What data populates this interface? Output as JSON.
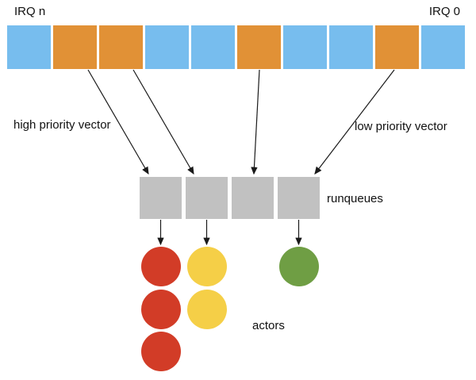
{
  "labels": {
    "irq_n": "IRQ n",
    "irq_0": "IRQ 0",
    "high_priority": "high priority vector",
    "low_priority": "low priority vector",
    "runqueues": "runqueues",
    "actors": "actors"
  },
  "colors": {
    "blue": "#77bdee",
    "orange": "#e19136",
    "gray": "#c1c1c1",
    "red": "#d23c27",
    "yellow": "#f5cf47",
    "green": "#6f9e44",
    "arrow": "#1a1a1a"
  },
  "irq_row": {
    "cells": [
      "blue",
      "orange",
      "orange",
      "blue",
      "blue",
      "orange",
      "blue",
      "blue",
      "orange",
      "blue"
    ]
  },
  "runqueues": {
    "count": 4
  },
  "actor_columns": [
    {
      "color": "red",
      "count": 3,
      "runqueue_index": 0
    },
    {
      "color": "yellow",
      "count": 2,
      "runqueue_index": 1
    },
    {
      "color": "green",
      "count": 1,
      "runqueue_index": 3
    }
  ],
  "vector_arrows": [
    {
      "from_irq_cell": 1,
      "to_runqueue": 0,
      "vector": "high"
    },
    {
      "from_irq_cell": 2,
      "to_runqueue": 1,
      "vector": "high"
    },
    {
      "from_irq_cell": 5,
      "to_runqueue": 2,
      "vector": "low"
    },
    {
      "from_irq_cell": 8,
      "to_runqueue": 3,
      "vector": "low"
    }
  ]
}
